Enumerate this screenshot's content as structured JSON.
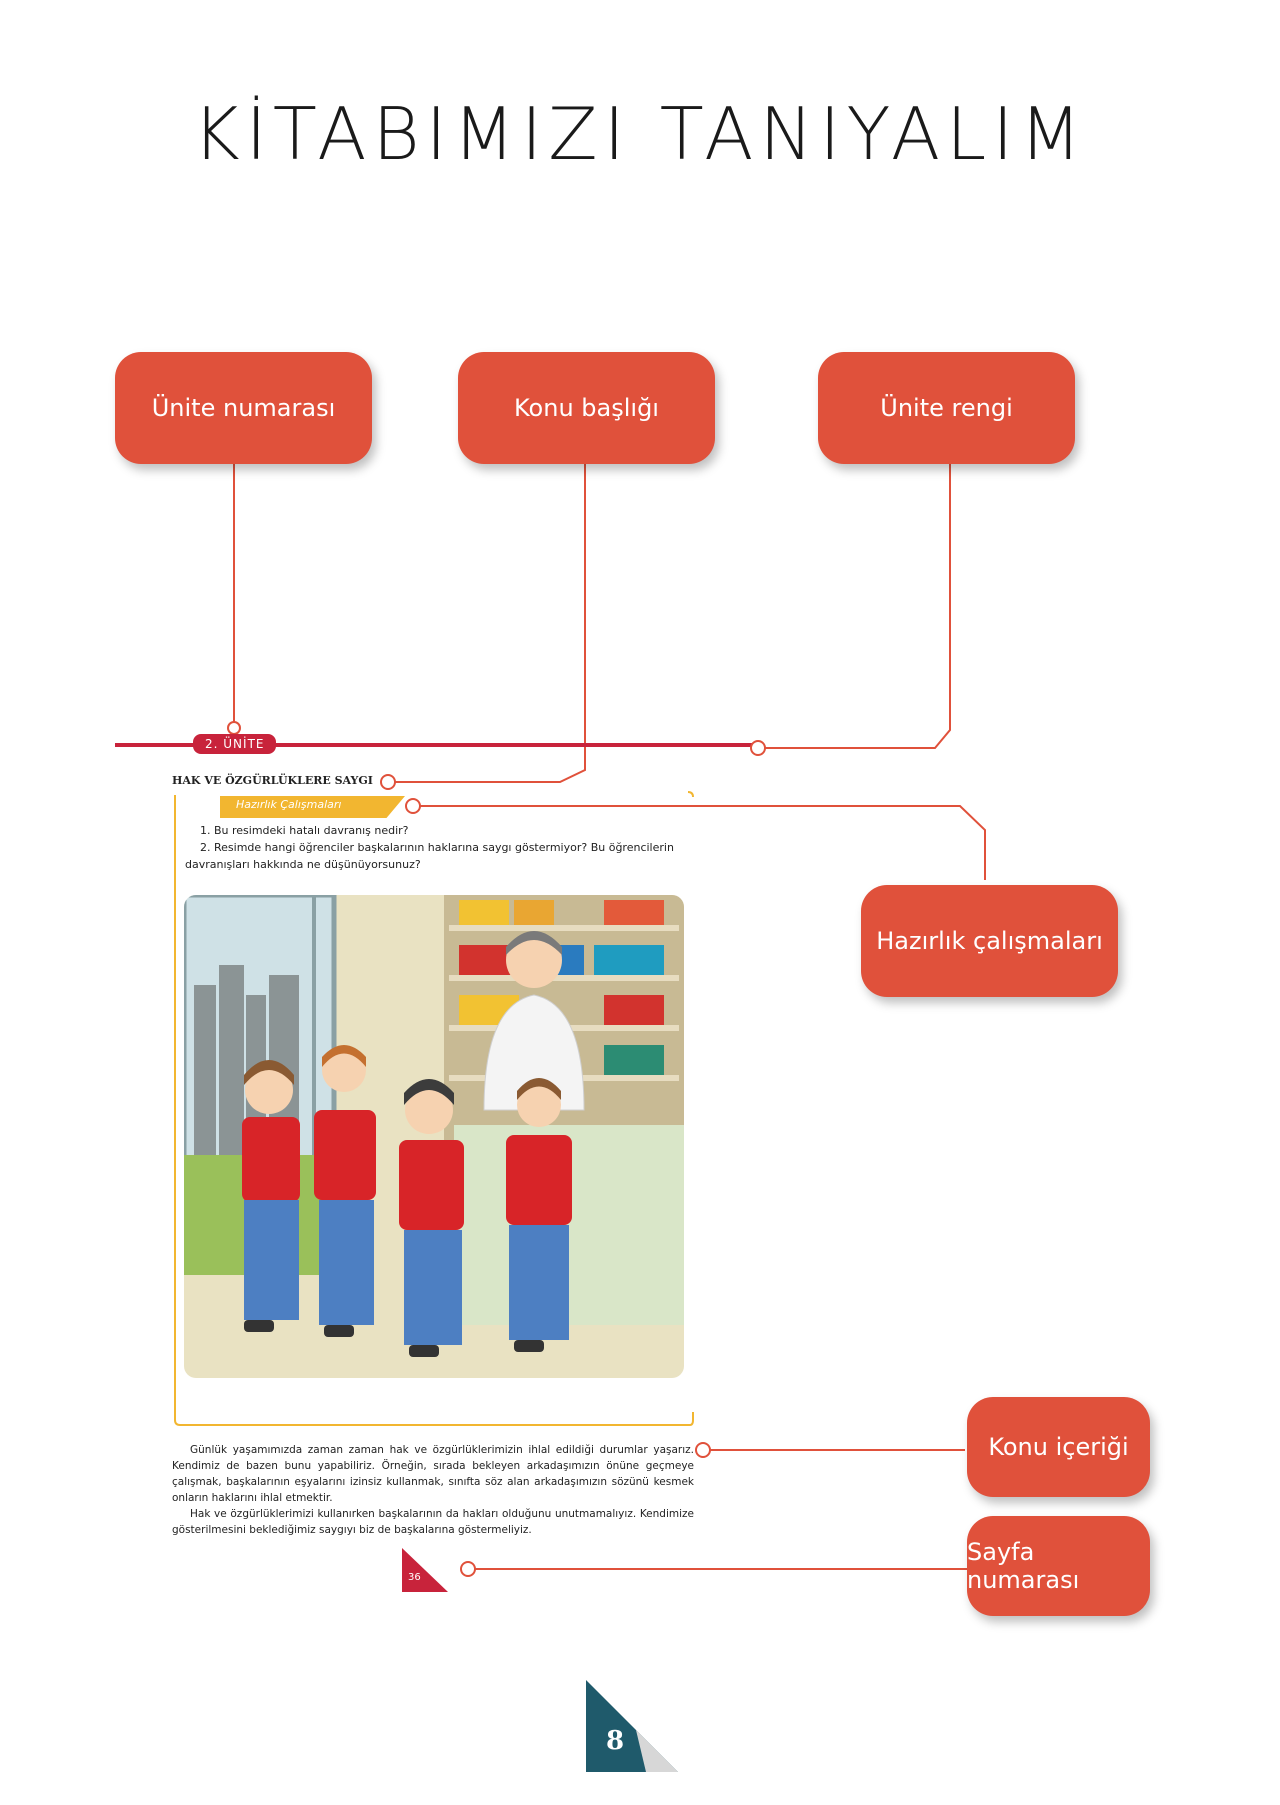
{
  "page_title": "KİTABIMIZI TANIYALIM",
  "callouts": {
    "unite_numarasi": "Ünite numarası",
    "konu_basligi": "Konu başlığı",
    "unite_rengi": "Ünite rengi",
    "hazirlik_calismalari": "Hazırlık çalışmaları",
    "konu_icerigi": "Konu içeriği",
    "sayfa_numarasi": "Sayfa numarası"
  },
  "sample_page": {
    "unit_tag": "2. ÜNİTE",
    "topic_title": "HAK VE ÖZGÜRLÜKLERE SAYGI",
    "preparation_label": "Hazırlık Çalışmaları",
    "questions": [
      "1. Bu resimdeki hatalı davranış nedir?",
      "2. Resimde hangi öğrenciler başkalarının haklarına saygı göstermiyor? Bu öğrencilerin davranışları hakkında ne düşünüyorsunuz?"
    ],
    "paragraphs": [
      "Günlük yaşamımızda zaman zaman hak ve özgürlüklerimizin ihlal edildiği durumlar yaşarız. Kendimiz de bazen bunu yapabiliriz. Örneğin, sırada bekleyen arkadaşımızın önüne geçmeye çalışmak, başkalarının eşyalarını izinsiz kullanmak, sınıfta söz alan arkadaşımızın sözünü kesmek onların haklarını ihlal etmektir.",
      "Hak ve özgürlüklerimizi kullanırken başkalarının da hakları olduğunu unutmamalıyız. Kendimize gösterilmesini beklediğimiz saygıyı biz de başkalarına göstermeliyiz."
    ],
    "page_number": "36"
  },
  "footer_page_number": "8",
  "colors": {
    "callout": "#e0513b",
    "unit": "#c8233b",
    "preparation": "#f2b630",
    "footer": "#1f5a6b"
  }
}
